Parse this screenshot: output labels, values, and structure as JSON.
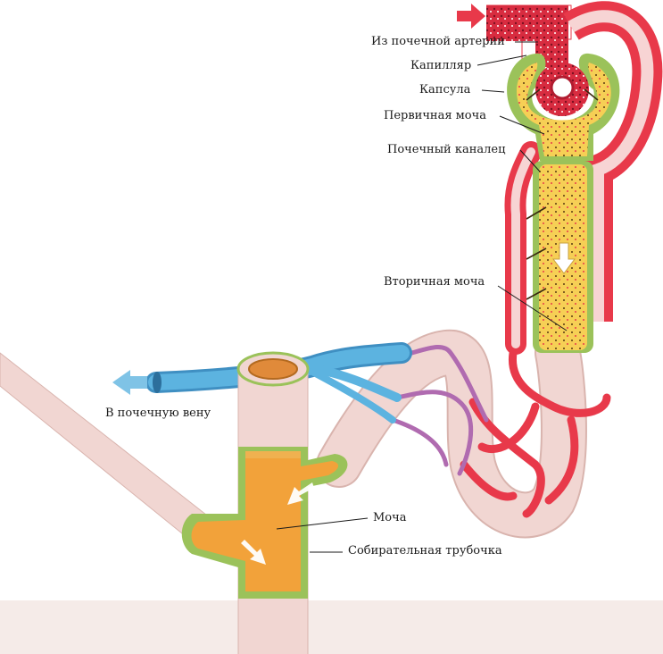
{
  "labels": {
    "renal_artery": "Из почечной артерии",
    "capillary": "Капилляр",
    "capsule": "Капсула",
    "primary_urine": "Первичная моча",
    "renal_tubule": "Почечный каналец",
    "secondary_urine": "Вторичная моча",
    "renal_vein": "В почечную вену",
    "urine": "Моча",
    "collecting_duct": "Собирательная трубочка"
  },
  "colors": {
    "artery_red": "#e8394a",
    "vein_blue": "#4aa6d8",
    "urine_orange": "#f2a23a",
    "filtrate_yellow": "#f6cf55",
    "capsule_green": "#9bc25a",
    "tube_pink": "#f1d6d2",
    "arrow_red": "#e8394a",
    "arrow_blue": "#7fc3e6"
  },
  "icons": {
    "inflow_arrow": "red-right-arrow-icon",
    "outflow_arrow": "blue-left-arrow-icon",
    "flow_arrow": "white-down-arrow-icon"
  }
}
